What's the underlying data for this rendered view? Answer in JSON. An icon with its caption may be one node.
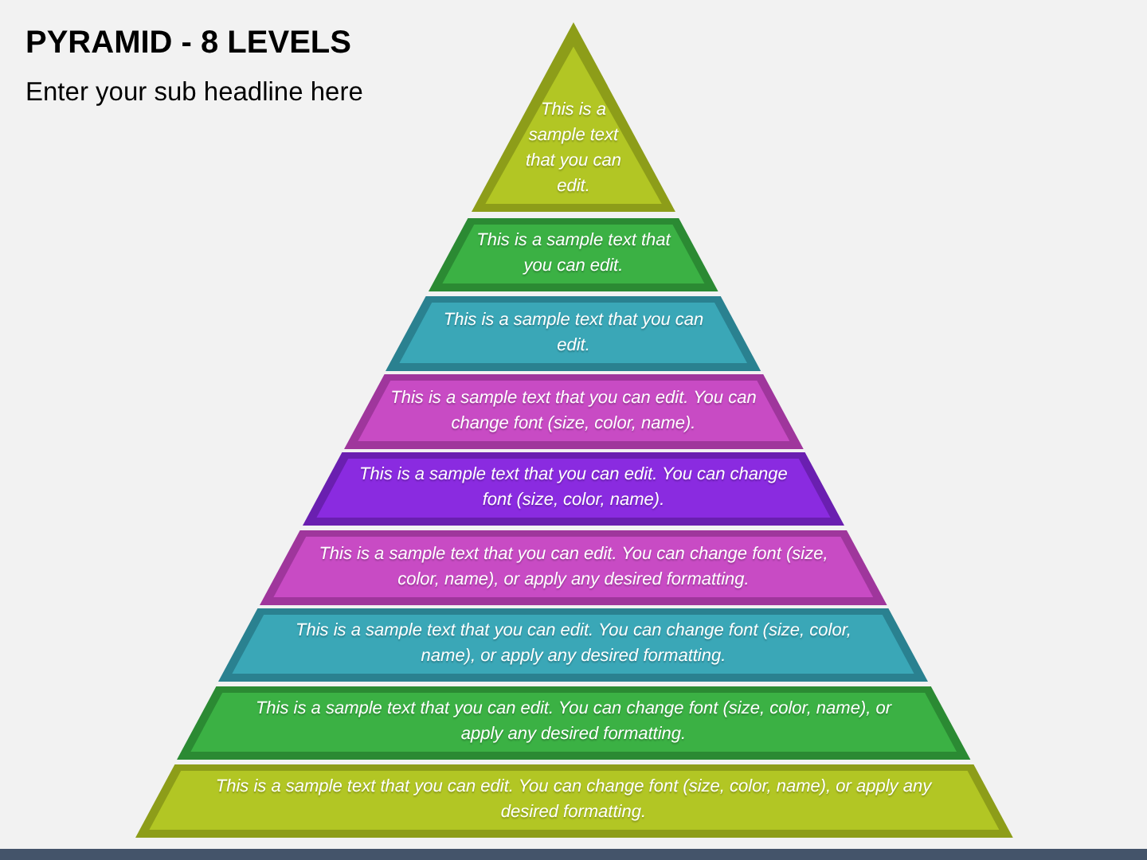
{
  "diagram": {
    "title": "PYRAMID - 8 LEVELS",
    "nodes": [
      {
        "text": [
          "This is a sample text that you can edit."
        ]
      },
      {
        "text": [
          "This is a sample text that you can edit."
        ]
      },
      {
        "text": [
          "This is a sample text that you can edit."
        ]
      },
      {
        "text": [
          "This is a sample text that you can edit. You can change font (size, color, name)."
        ]
      },
      {
        "text": [
          "This is a sample text that you can edit. You can change font (size, color, name)."
        ]
      },
      {
        "text": [
          "This is a sample text that you can edit. You can change font (size, color, name), or apply any desired formatting."
        ]
      },
      {
        "text": [
          "This is a sample text that you can edit. You can change font (size, color, name), or apply any desired formatting."
        ]
      },
      {
        "text": [
          "This is a sample text that you can edit. You can change font (size, color, name), or apply any desired formatting."
        ]
      },
      {
        "text": [
          "This is a sample text that you can edit. You can change font (size, color, name), or apply any desired formatting."
        ]
      }
    ],
    "labels": [
      "Enter your sub headline here"
    ]
  }
}
